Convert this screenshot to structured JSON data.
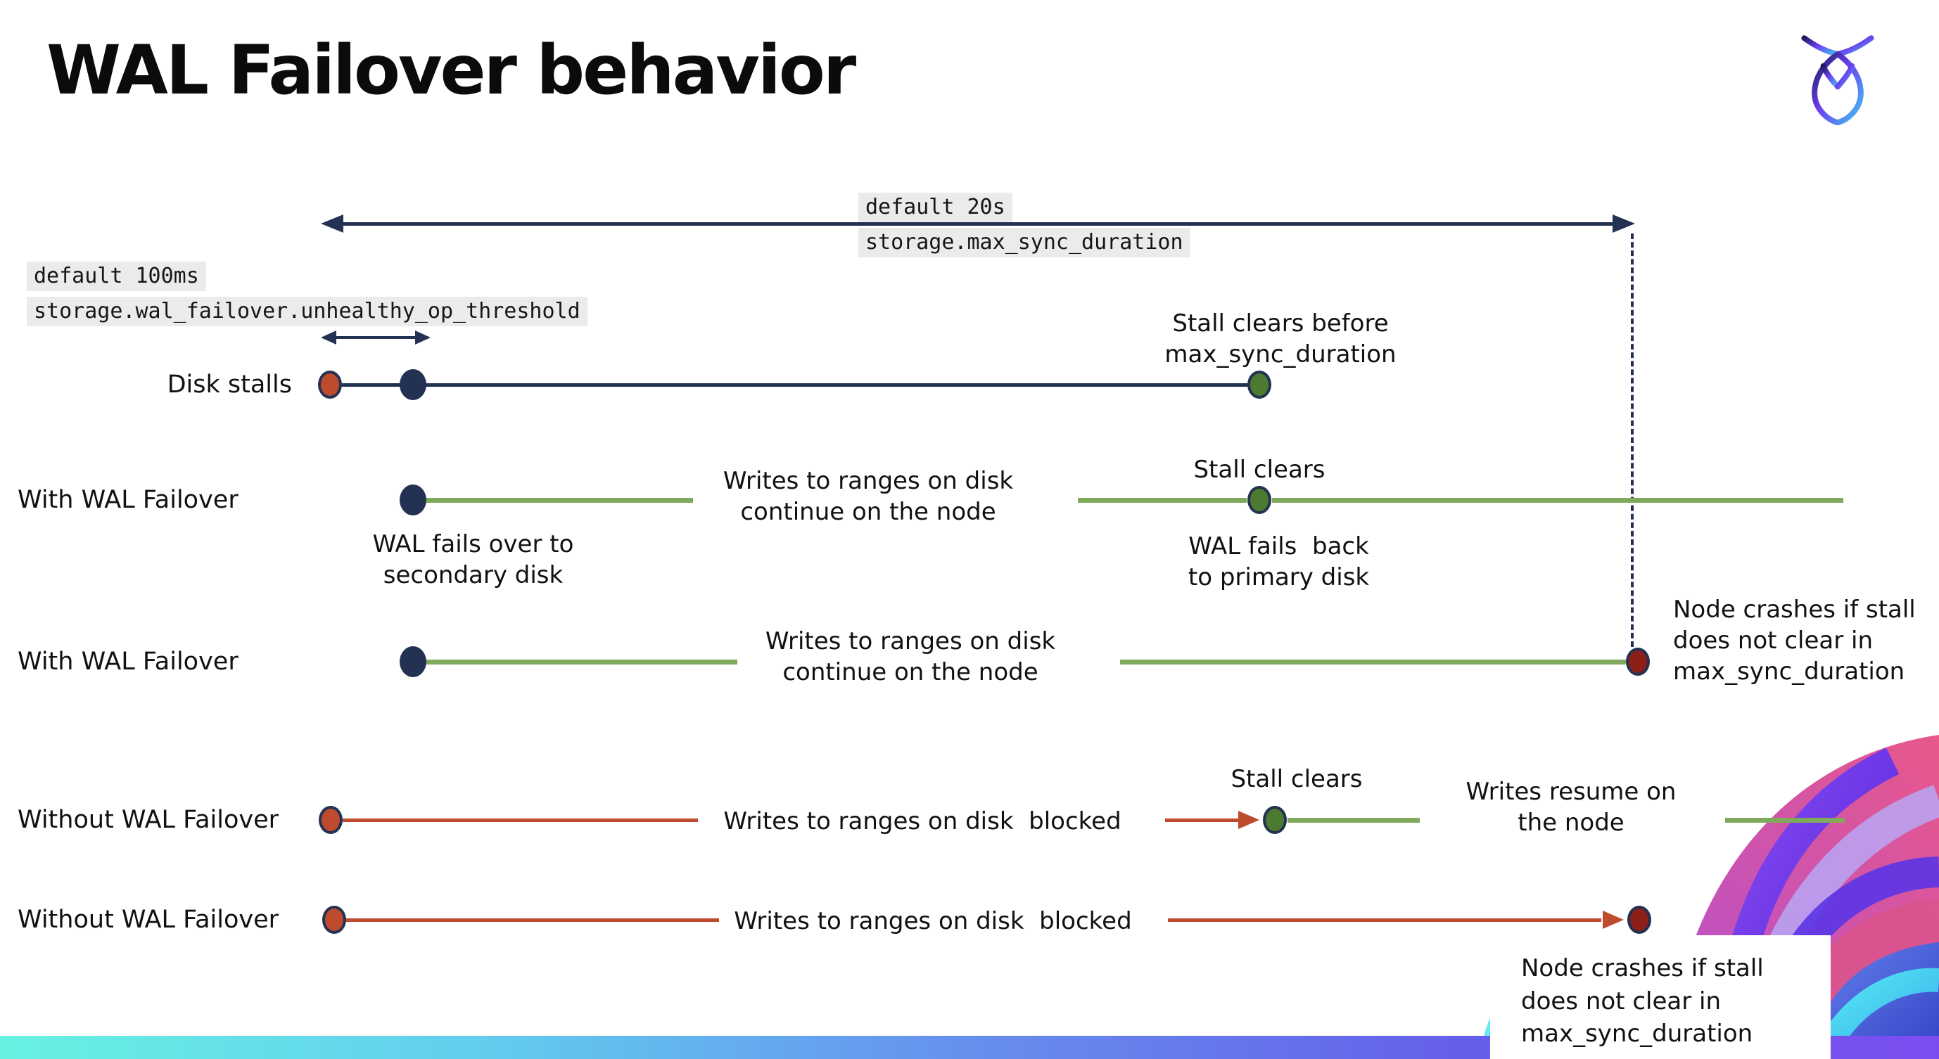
{
  "title": "WAL Failover behavior",
  "config_labels": {
    "max_sync_line1": "default 20s",
    "max_sync_line2": "storage.max_sync_duration",
    "threshold_line1": "default 100ms",
    "threshold_line2": "storage.wal_failover.unhealthy_op_threshold"
  },
  "row_labels": {
    "disk_stalls": "Disk stalls",
    "with_wal_1": "With WAL Failover",
    "with_wal_2": "With WAL Failover",
    "without_wal_1": "Without WAL Failover",
    "without_wal_2": "Without WAL Failover"
  },
  "notes": {
    "stall_clears_before_l1": "Stall clears before",
    "stall_clears_before_l2": "max_sync_duration",
    "writes_continue_l1": "Writes to ranges on disk",
    "writes_continue_l2": "continue on the node",
    "wal_fails_over_l1": "WAL fails over to",
    "wal_fails_over_l2": "secondary disk",
    "stall_clears": "Stall clears",
    "wal_fails_back_l1": "WAL fails  back",
    "wal_fails_back_l2": "to primary disk",
    "node_crashes_l1": "Node crashes if stall",
    "node_crashes_l2": "does not clear in",
    "node_crashes_l3": "max_sync_duration",
    "writes_blocked": "Writes to ranges on disk  blocked",
    "writes_resume_l1": "Writes resume on",
    "writes_resume_l2": "the node"
  },
  "colors": {
    "navy": "#233152",
    "red": "#bf4b2e",
    "maroon": "#8e1e18",
    "green_line": "#7fa95b",
    "green_dot": "#4c7a31",
    "code_background": "#ebebeb",
    "bar_gradient": [
      "#68f2e2",
      "#62cdee",
      "#668fee",
      "#6560e9",
      "#7b4df0"
    ],
    "logo_gradient": [
      "#1b1b5e",
      "#6d3ef0",
      "#41c6f2"
    ]
  }
}
